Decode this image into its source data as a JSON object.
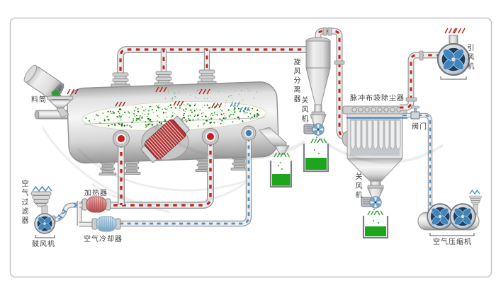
{
  "frame": {
    "background": "#ffffff",
    "border_color": "#c4c4c4"
  },
  "diagram": {
    "labels": {
      "feed_barrel": "料筒",
      "air_filter": "空气过滤器",
      "blower": "鼓风机",
      "heater": "加热器",
      "air_cooler": "空气冷却器",
      "cyclone": "旋风分离器",
      "cyclone_rotary_valve": "关风机",
      "bag_dust_collector": "脉冲布袋除尘器",
      "valve": "阀门",
      "baghouse_rotary_valve": "关风机",
      "induced_draft_fan": "引风机",
      "air_compressor": "空气压缩机"
    },
    "line_colors": {
      "hot_air_dashed": "#c1281e",
      "cold_and_compressed_air_dashed": "#4d8fc4",
      "product_green": "#2aa02a",
      "equipment_fill": "#e3e3e3",
      "equipment_outline": "#8f8f8f"
    },
    "label_text_color": "#3c3c3c"
  }
}
